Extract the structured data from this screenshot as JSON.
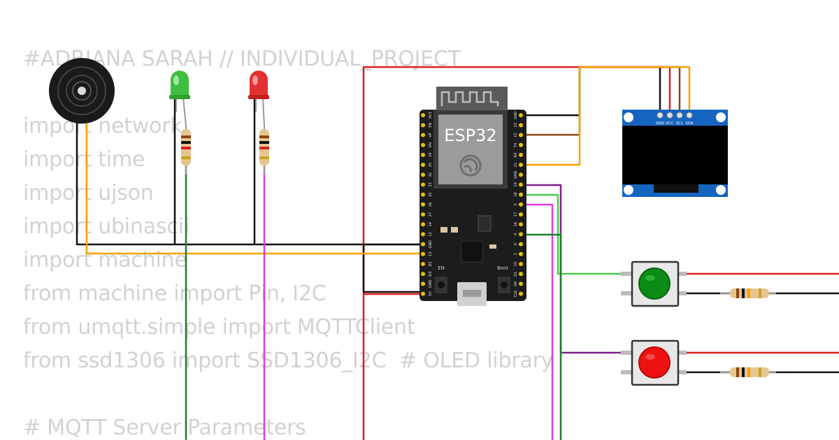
{
  "code_lines": [
    "#ADRIANA SARAH // INDIVIDUAL_PROJECT",
    "",
    "import network",
    "import time",
    "import ujson",
    "import ubinascii",
    "import machine",
    "from machine import Pin, I2C",
    "from umqtt.simple import MQTTClient",
    "from ssd1306 import SSD1306_I2C  # OLED library",
    "",
    "# MQTT Server Parameters"
  ],
  "board": {
    "label": "ESP32",
    "en_label": "EN",
    "boot_label": "Boot",
    "right_pins": [
      "GND",
      "23",
      "22",
      "TX",
      "RX",
      "21",
      "GND",
      "19",
      "18",
      "5",
      "17",
      "16",
      "4",
      "0",
      "2",
      "15",
      "D1",
      "D0",
      "CLK"
    ],
    "left_pins": [
      "3V3",
      "EN",
      "VP",
      "VN",
      "34",
      "35",
      "32",
      "33",
      "25",
      "26",
      "27",
      "14",
      "12",
      "GND",
      "13",
      "D2",
      "D3",
      "CMD",
      "5V"
    ]
  },
  "oled": {
    "pins": [
      "GND",
      "VCC",
      "SCL",
      "SDA"
    ]
  },
  "components": {
    "buzzer": "buzzer",
    "led_green": "green LED",
    "led_red": "red LED",
    "button_green": "green pushbutton",
    "button_red": "red pushbutton"
  },
  "colors": {
    "wire_black": "#111111",
    "wire_red": "#d9201f",
    "wire_orange": "#f5a300",
    "wire_brown": "#8b4513",
    "wire_green": "#1a7f2a",
    "wire_lightgreen": "#4cc94c",
    "wire_magenta": "#e23be3",
    "wire_purple": "#7d1f8c",
    "board": "#1c1c1c",
    "oled_pcb": "#1565c0"
  }
}
